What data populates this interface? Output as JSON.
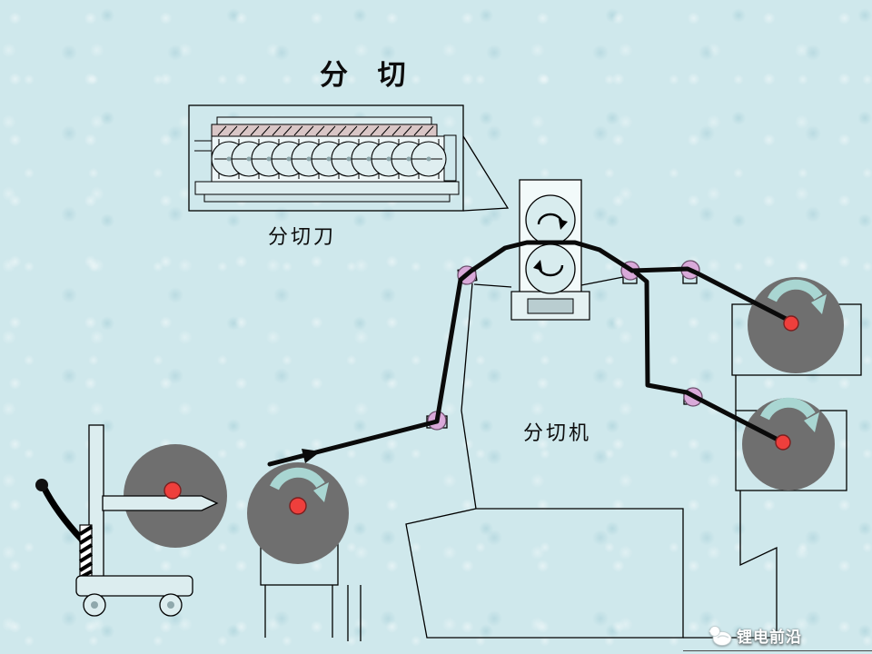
{
  "slide": {
    "title": "分 切",
    "knife_label": "分切刀",
    "machine_label": "分切机",
    "watermark_text": "锂电前沿"
  },
  "colors": {
    "background": "#cfe8ec",
    "roll_gray": "#6f6f6f",
    "arrow_teal": "#a9d6d2",
    "hub_red": "#ee3f3c",
    "guide_pink": "#d9a9d9",
    "machine_cyan": "#dcedef",
    "knife_bar_pink": "#d9c6c6",
    "line_black": "#0a0a0a",
    "watermark_white": "#ffffff"
  },
  "icons": {
    "rotation_arrow": "clockwise-curved-arrow",
    "web_direction_arrow": "right-arrowhead",
    "logo": "bird-chick-logo"
  }
}
